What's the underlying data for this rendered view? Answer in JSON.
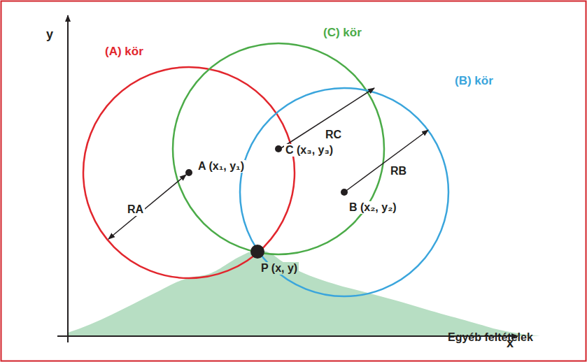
{
  "diagram": {
    "nodes": [
      {
        "text": [
          "(A) kör",
          "A (x₁, y₁)"
        ]
      },
      {
        "text": [
          "(C) kör",
          "C (x₃, y₃)"
        ]
      },
      {
        "text": [
          "(B) kör",
          "B (x₂, y₂)"
        ]
      }
    ],
    "labels": [
      "y",
      "x",
      "RA",
      "RC",
      "RB",
      "P (x, y)",
      "Egyéb feltételek"
    ]
  }
}
